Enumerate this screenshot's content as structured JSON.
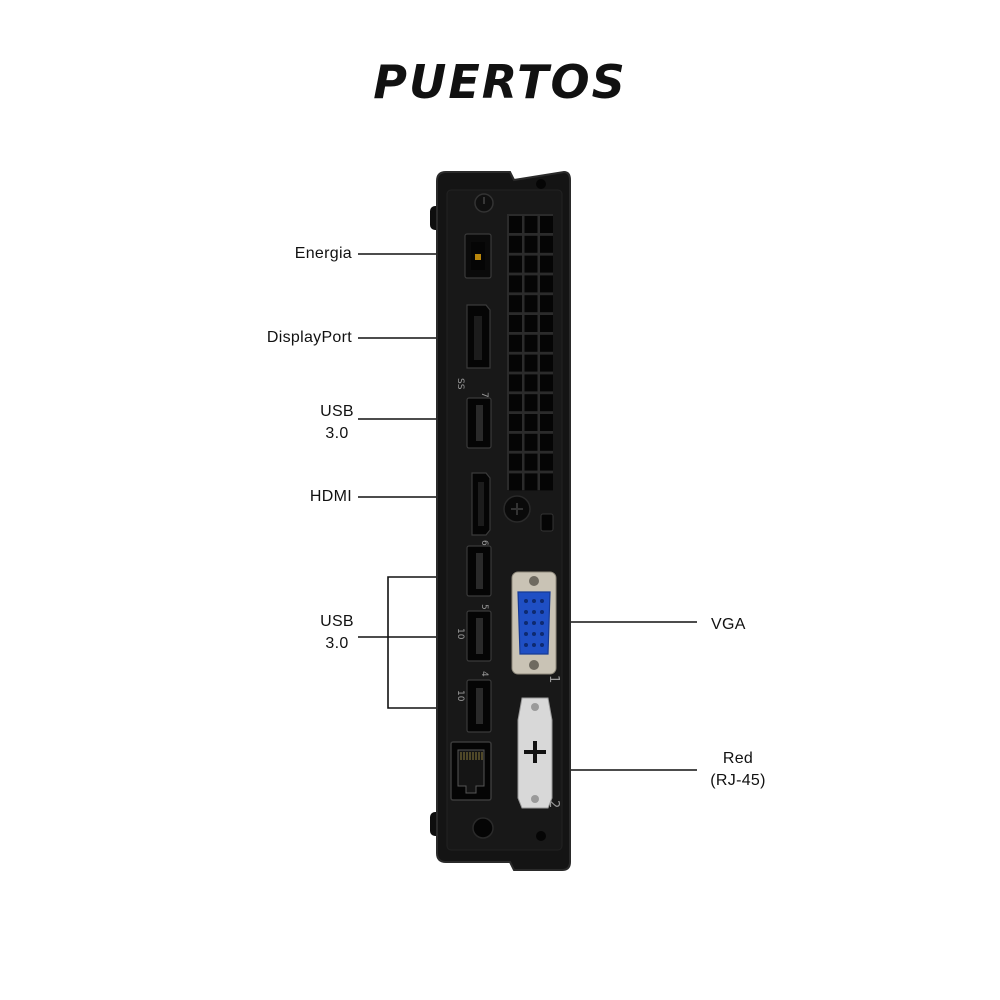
{
  "title": "PUERTOS",
  "labels": {
    "power": "Energia",
    "displayport": "DisplayPort",
    "usb_top_line1": "USB",
    "usb_top_line2": "3.0",
    "hdmi": "HDMI",
    "usb_group_line1": "USB",
    "usb_group_line2": "3.0",
    "vga": "VGA",
    "network_line1": "Red",
    "network_line2": "(RJ-45)"
  },
  "device_markings": {
    "usb_port_top": "7",
    "usb_port_6": "6",
    "usb_port_5": "5",
    "usb_port_4": "4",
    "slot_1": "1",
    "slot_2": "2",
    "usb_rate_10": "10",
    "usb_rate_ss": "SS"
  },
  "colors": {
    "chassis": "#141414",
    "chassis_edge": "#2a2a2a",
    "vga_blue": "#1f4fc4",
    "vga_metal": "#c9c3b5",
    "leader_line": "#111111",
    "slot_cover": "#d8d8d8"
  }
}
